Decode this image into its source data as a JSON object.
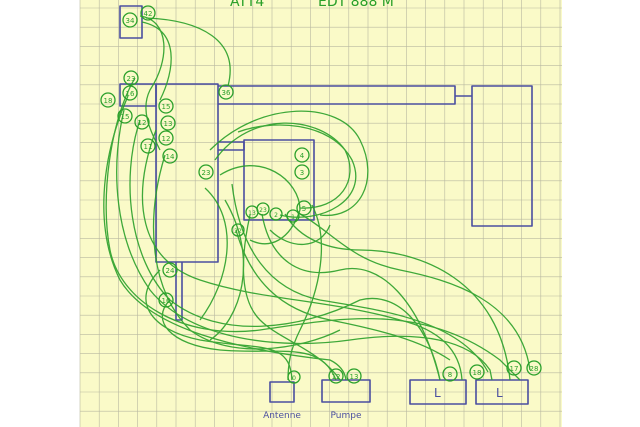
{
  "sheet": {
    "background": "#fafac8",
    "grid_color": "#b8b8a0",
    "ink_color": "#4a4ea0",
    "wire_color": "#2aa02a",
    "header_fragment_left": "ATT4",
    "header_fragment_right": "EDT 888 M"
  },
  "components": {
    "unit_top_left": {
      "pin": "34",
      "pin_right": "42"
    },
    "left_block_pins": [
      "23",
      "16",
      "18",
      "15",
      "12",
      "11"
    ],
    "main_block": {
      "pins_left": [
        "15",
        "13",
        "12",
        "14"
      ],
      "pin_top": "36",
      "pin_mid": "23",
      "pins_bottom": [
        "24",
        "16"
      ]
    },
    "center_block": {
      "pins_right": [
        "4",
        "3",
        "5"
      ],
      "pins_bottom": [
        "13",
        "23",
        "2",
        "1"
      ],
      "pin_left": "22"
    },
    "right_box": {}
  },
  "connectors": [
    {
      "id": "antenne",
      "pin": "0",
      "label": "Antenne"
    },
    {
      "id": "pumpe",
      "pins": [
        "12",
        "13"
      ],
      "label": "Pumpe"
    },
    {
      "id": "l1",
      "pins": [
        "L",
        "8"
      ],
      "label": ""
    },
    {
      "id": "l2",
      "pins": [
        "L",
        "18",
        "17",
        "28"
      ],
      "label": ""
    }
  ]
}
